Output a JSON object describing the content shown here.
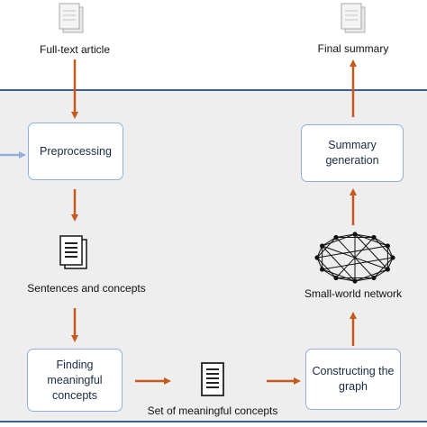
{
  "nodes": {
    "full_text_article": "Full-text article",
    "final_summary": "Final summary",
    "preprocessing": "Preprocessing",
    "sentences_and_concepts": "Sentences and concepts",
    "finding_meaningful_concepts": "Finding meaningful concepts",
    "set_of_meaningful_concepts": "Set of meaningful concepts",
    "constructing_the_graph": "Constructing the graph",
    "small_world_network": "Small-world network",
    "summary_generation": "Summary generation"
  },
  "colors": {
    "arrow": "#c55a1c",
    "input_arrow": "#8fb0dd",
    "box_border": "#8fb0dd",
    "panel_border": "#3b5f9e",
    "panel_bg": "#eeeeee"
  },
  "icons": {
    "input_document": "stacked-pages-icon",
    "output_document": "stacked-pages-icon",
    "sentences": "document-list-icon",
    "concepts": "document-list-icon",
    "network": "small-world-graph-icon"
  }
}
